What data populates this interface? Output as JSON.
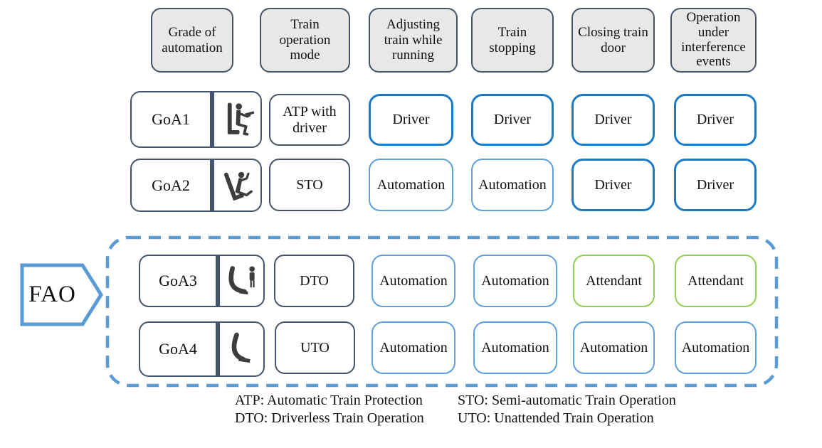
{
  "colors": {
    "dark_border": "#44546A",
    "header_fill": "#E8E8E8",
    "driver_border": "#1B7AC6",
    "automation_border": "#5FA0DA",
    "attendant_border": "#8FCF4E",
    "fao_blue": "#5B9BD5",
    "icon_gray": "#3D3D3D"
  },
  "headers": [
    {
      "label": "Grade of automation"
    },
    {
      "label": "Train operation mode"
    },
    {
      "label": "Adjusting train while running"
    },
    {
      "label": "Train stopping"
    },
    {
      "label": "Closing train door"
    },
    {
      "label": "Operation under interference events"
    }
  ],
  "rows": [
    {
      "grade": "GoA1",
      "icon": "driver-seated-attentive-icon",
      "mode": "ATP with driver",
      "cells": [
        {
          "label": "Driver",
          "type": "driver"
        },
        {
          "label": "Driver",
          "type": "driver"
        },
        {
          "label": "Driver",
          "type": "driver"
        },
        {
          "label": "Driver",
          "type": "driver"
        }
      ]
    },
    {
      "grade": "GoA2",
      "icon": "driver-seated-relaxed-icon",
      "mode": "STO",
      "cells": [
        {
          "label": "Automation",
          "type": "automation"
        },
        {
          "label": "Automation",
          "type": "automation"
        },
        {
          "label": "Driver",
          "type": "driver"
        },
        {
          "label": "Driver",
          "type": "driver"
        }
      ]
    },
    {
      "grade": "GoA3",
      "icon": "empty-seat-with-attendant-icon",
      "mode": "DTO",
      "cells": [
        {
          "label": "Automation",
          "type": "automation"
        },
        {
          "label": "Automation",
          "type": "automation"
        },
        {
          "label": "Attendant",
          "type": "attendant"
        },
        {
          "label": "Attendant",
          "type": "attendant"
        }
      ]
    },
    {
      "grade": "GoA4",
      "icon": "empty-seat-icon",
      "mode": "UTO",
      "cells": [
        {
          "label": "Automation",
          "type": "automation"
        },
        {
          "label": "Automation",
          "type": "automation"
        },
        {
          "label": "Automation",
          "type": "automation"
        },
        {
          "label": "Automation",
          "type": "automation"
        }
      ]
    }
  ],
  "fao": {
    "label": "FAO"
  },
  "legend": {
    "col1": [
      "ATP: Automatic Train Protection",
      "DTO: Driverless Train Operation"
    ],
    "col2": [
      "STO: Semi-automatic Train Operation",
      "UTO: Unattended Train Operation"
    ]
  }
}
